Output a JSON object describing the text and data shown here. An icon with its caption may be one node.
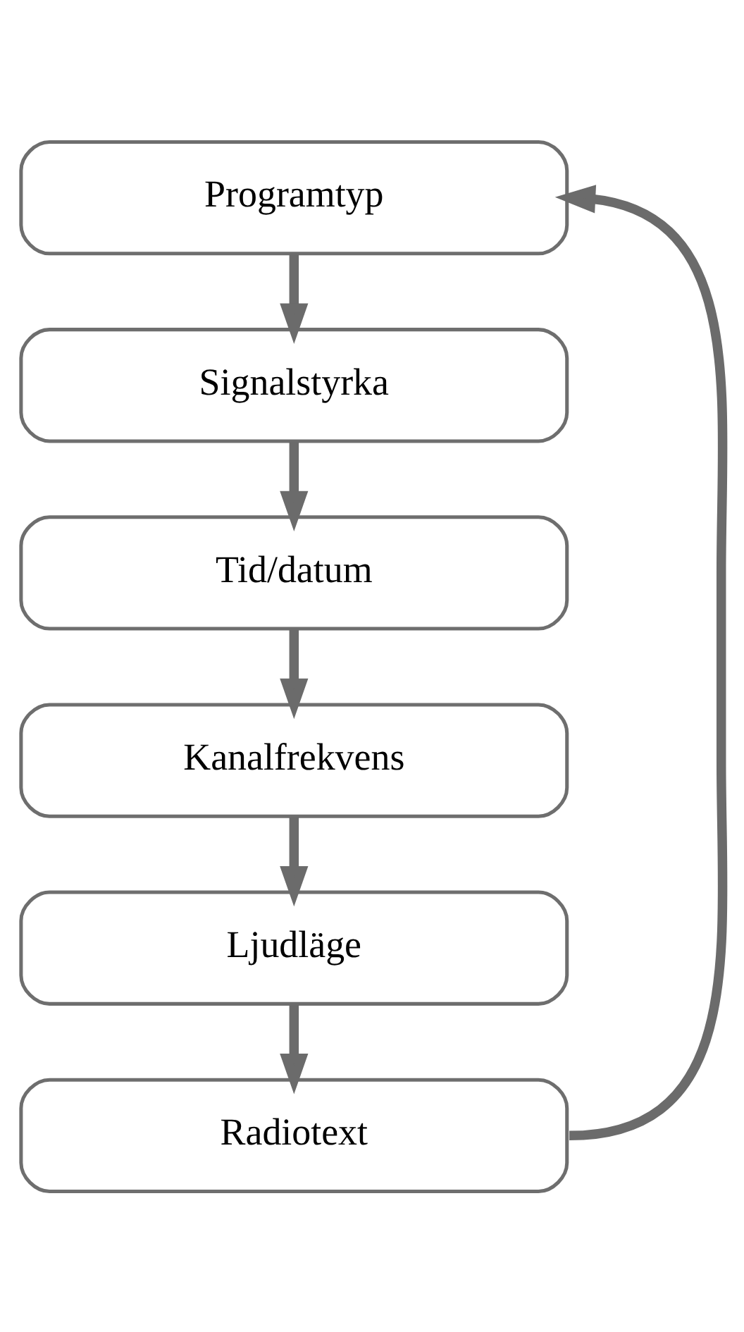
{
  "diagram": {
    "nodes": [
      {
        "text": [
          "Programtyp"
        ]
      },
      {
        "text": [
          "Signalstyrka"
        ]
      },
      {
        "text": [
          "Tid/datum"
        ]
      },
      {
        "text": [
          "Kanalfrekvens"
        ]
      },
      {
        "text": [
          "Ljudläge"
        ]
      },
      {
        "text": [
          "Radiotext"
        ]
      }
    ],
    "edges": [
      {
        "from": 0,
        "to": 1,
        "arrow": "to"
      },
      {
        "from": 1,
        "to": 2,
        "arrow": "to"
      },
      {
        "from": 2,
        "to": 3,
        "arrow": "to"
      },
      {
        "from": 3,
        "to": 4,
        "arrow": "to"
      },
      {
        "from": 4,
        "to": 5,
        "arrow": "to"
      },
      {
        "from": 5,
        "to": 0,
        "arrow": "to"
      }
    ]
  }
}
